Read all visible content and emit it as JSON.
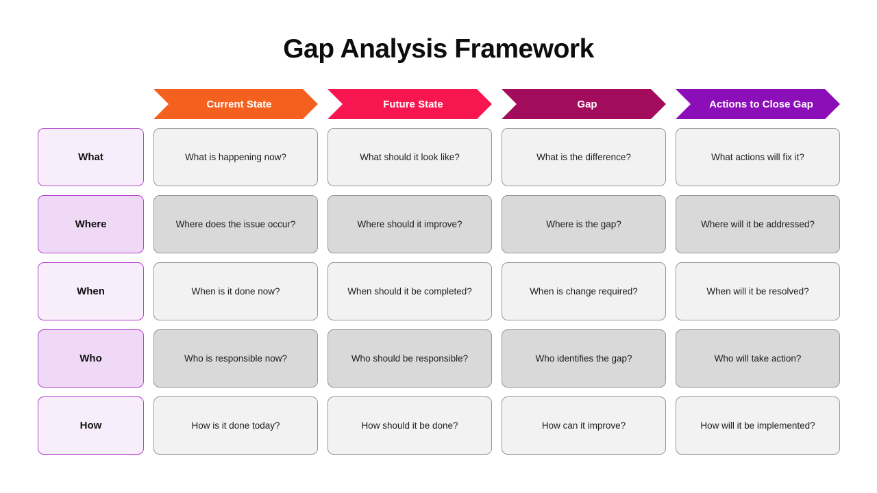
{
  "title": "Gap Analysis Framework",
  "columns": [
    {
      "label": "Current State",
      "color": "#f4611f"
    },
    {
      "label": "Future State",
      "color": "#f81650"
    },
    {
      "label": "Gap",
      "color": "#a30b5d"
    },
    {
      "label": "Actions to Close Gap",
      "color": "#8c0eb8"
    }
  ],
  "rows": [
    {
      "label": "What",
      "cells": [
        "What is happening now?",
        "What should it look like?",
        "What is the difference?",
        "What actions will fix it?"
      ]
    },
    {
      "label": "Where",
      "cells": [
        "Where does the issue occur?",
        "Where should it improve?",
        "Where is the gap?",
        "Where will it be addressed?"
      ]
    },
    {
      "label": "When",
      "cells": [
        "When is it done now?",
        "When should it be completed?",
        "When is change required?",
        "When will it be resolved?"
      ]
    },
    {
      "label": "Who",
      "cells": [
        "Who is responsible now?",
        "Who should be responsible?",
        "Who identifies the gap?",
        "Who will take action?"
      ]
    },
    {
      "label": "How",
      "cells": [
        "How is it done today?",
        "How should it be done?",
        "How can it improve?",
        "How will it be implemented?"
      ]
    }
  ],
  "styles": {
    "row_label_border": "#b440cb",
    "row_label_bg_light": "#f8edfb",
    "row_label_bg_dark": "#f0d9f6",
    "cell_bg_light": "#f2f2f2",
    "cell_bg_dark": "#d9d9d9",
    "cell_border": "#969696"
  }
}
